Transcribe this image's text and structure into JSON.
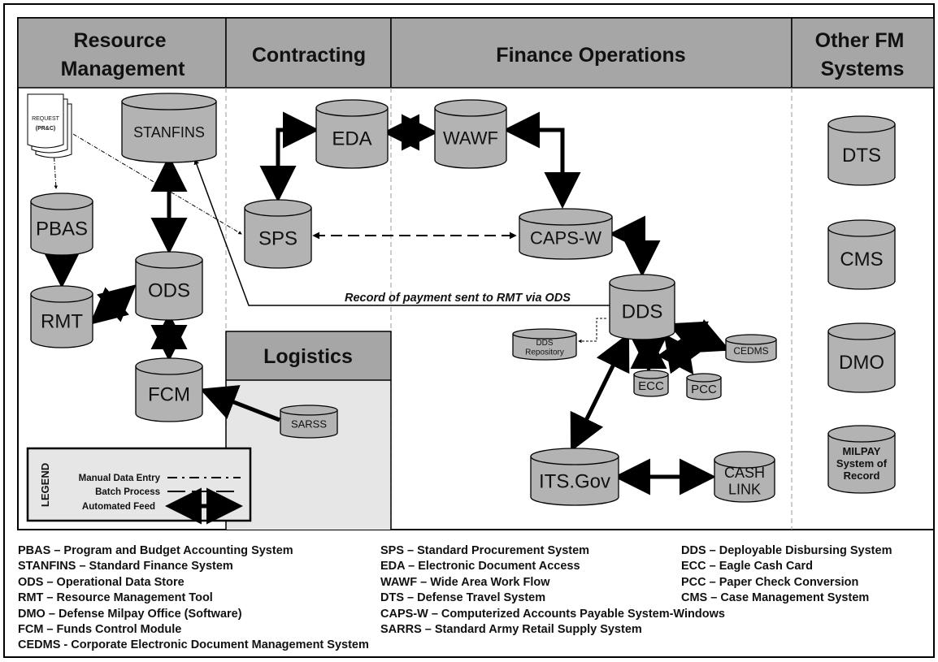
{
  "columns": {
    "resource_management": "Resource\nManagement",
    "contracting": "Contracting",
    "finance_operations": "Finance Operations",
    "other_fm_systems": "Other FM\nSystems",
    "logistics": "Logistics"
  },
  "systems": {
    "request": "REQUEST",
    "request_sub": "(PR&C)",
    "stanfins": "STANFINS",
    "pbas": "PBAS",
    "rmt": "RMT",
    "ods": "ODS",
    "fcm": "FCM",
    "eda": "EDA",
    "wawf": "WAWF",
    "sps": "SPS",
    "caps_w": "CAPS-W",
    "dds": "DDS",
    "dds_repository": "DDS\nRepository",
    "cedms": "CEDMS",
    "ecc": "ECC",
    "pcc": "PCC",
    "its_gov": "ITS.Gov",
    "cash_link": "CASH\nLINK",
    "sarss": "SARSS",
    "dts": "DTS",
    "cms": "CMS",
    "dmo": "DMO",
    "milpay": "MILPAY\nSystem of\nRecord"
  },
  "annotation": "Record of payment sent to RMT via ODS",
  "legend": {
    "title": "LEGEND",
    "manual": "Manual Data Entry",
    "batch": "Batch Process",
    "automated": "Automated Feed"
  },
  "glossary": {
    "col1": [
      "PBAS – Program and Budget Accounting System",
      "STANFINS – Standard Finance System",
      "ODS – Operational Data Store",
      "RMT – Resource Management Tool",
      "DMO – Defense Milpay Office (Software)",
      "FCM – Funds Control Module",
      "CEDMS - Corporate Electronic Document Management System"
    ],
    "col2": [
      "SPS – Standard Procurement System",
      "EDA – Electronic Document Access",
      "WAWF – Wide Area Work Flow",
      "DTS – Defense Travel System",
      "CAPS-W – Computerized Accounts Payable System-Windows",
      "SARRS – Standard Army Retail Supply System"
    ],
    "col3": [
      "DDS – Deployable Disbursing System",
      "ECC – Eagle Cash Card",
      "PCC – Paper Check Conversion",
      "CMS – Case Management System"
    ]
  },
  "colors": {
    "header_fill": "#a6a6a6",
    "cylinder_fill": "#b3b3b3",
    "logistics_bg": "#e6e6e6"
  }
}
